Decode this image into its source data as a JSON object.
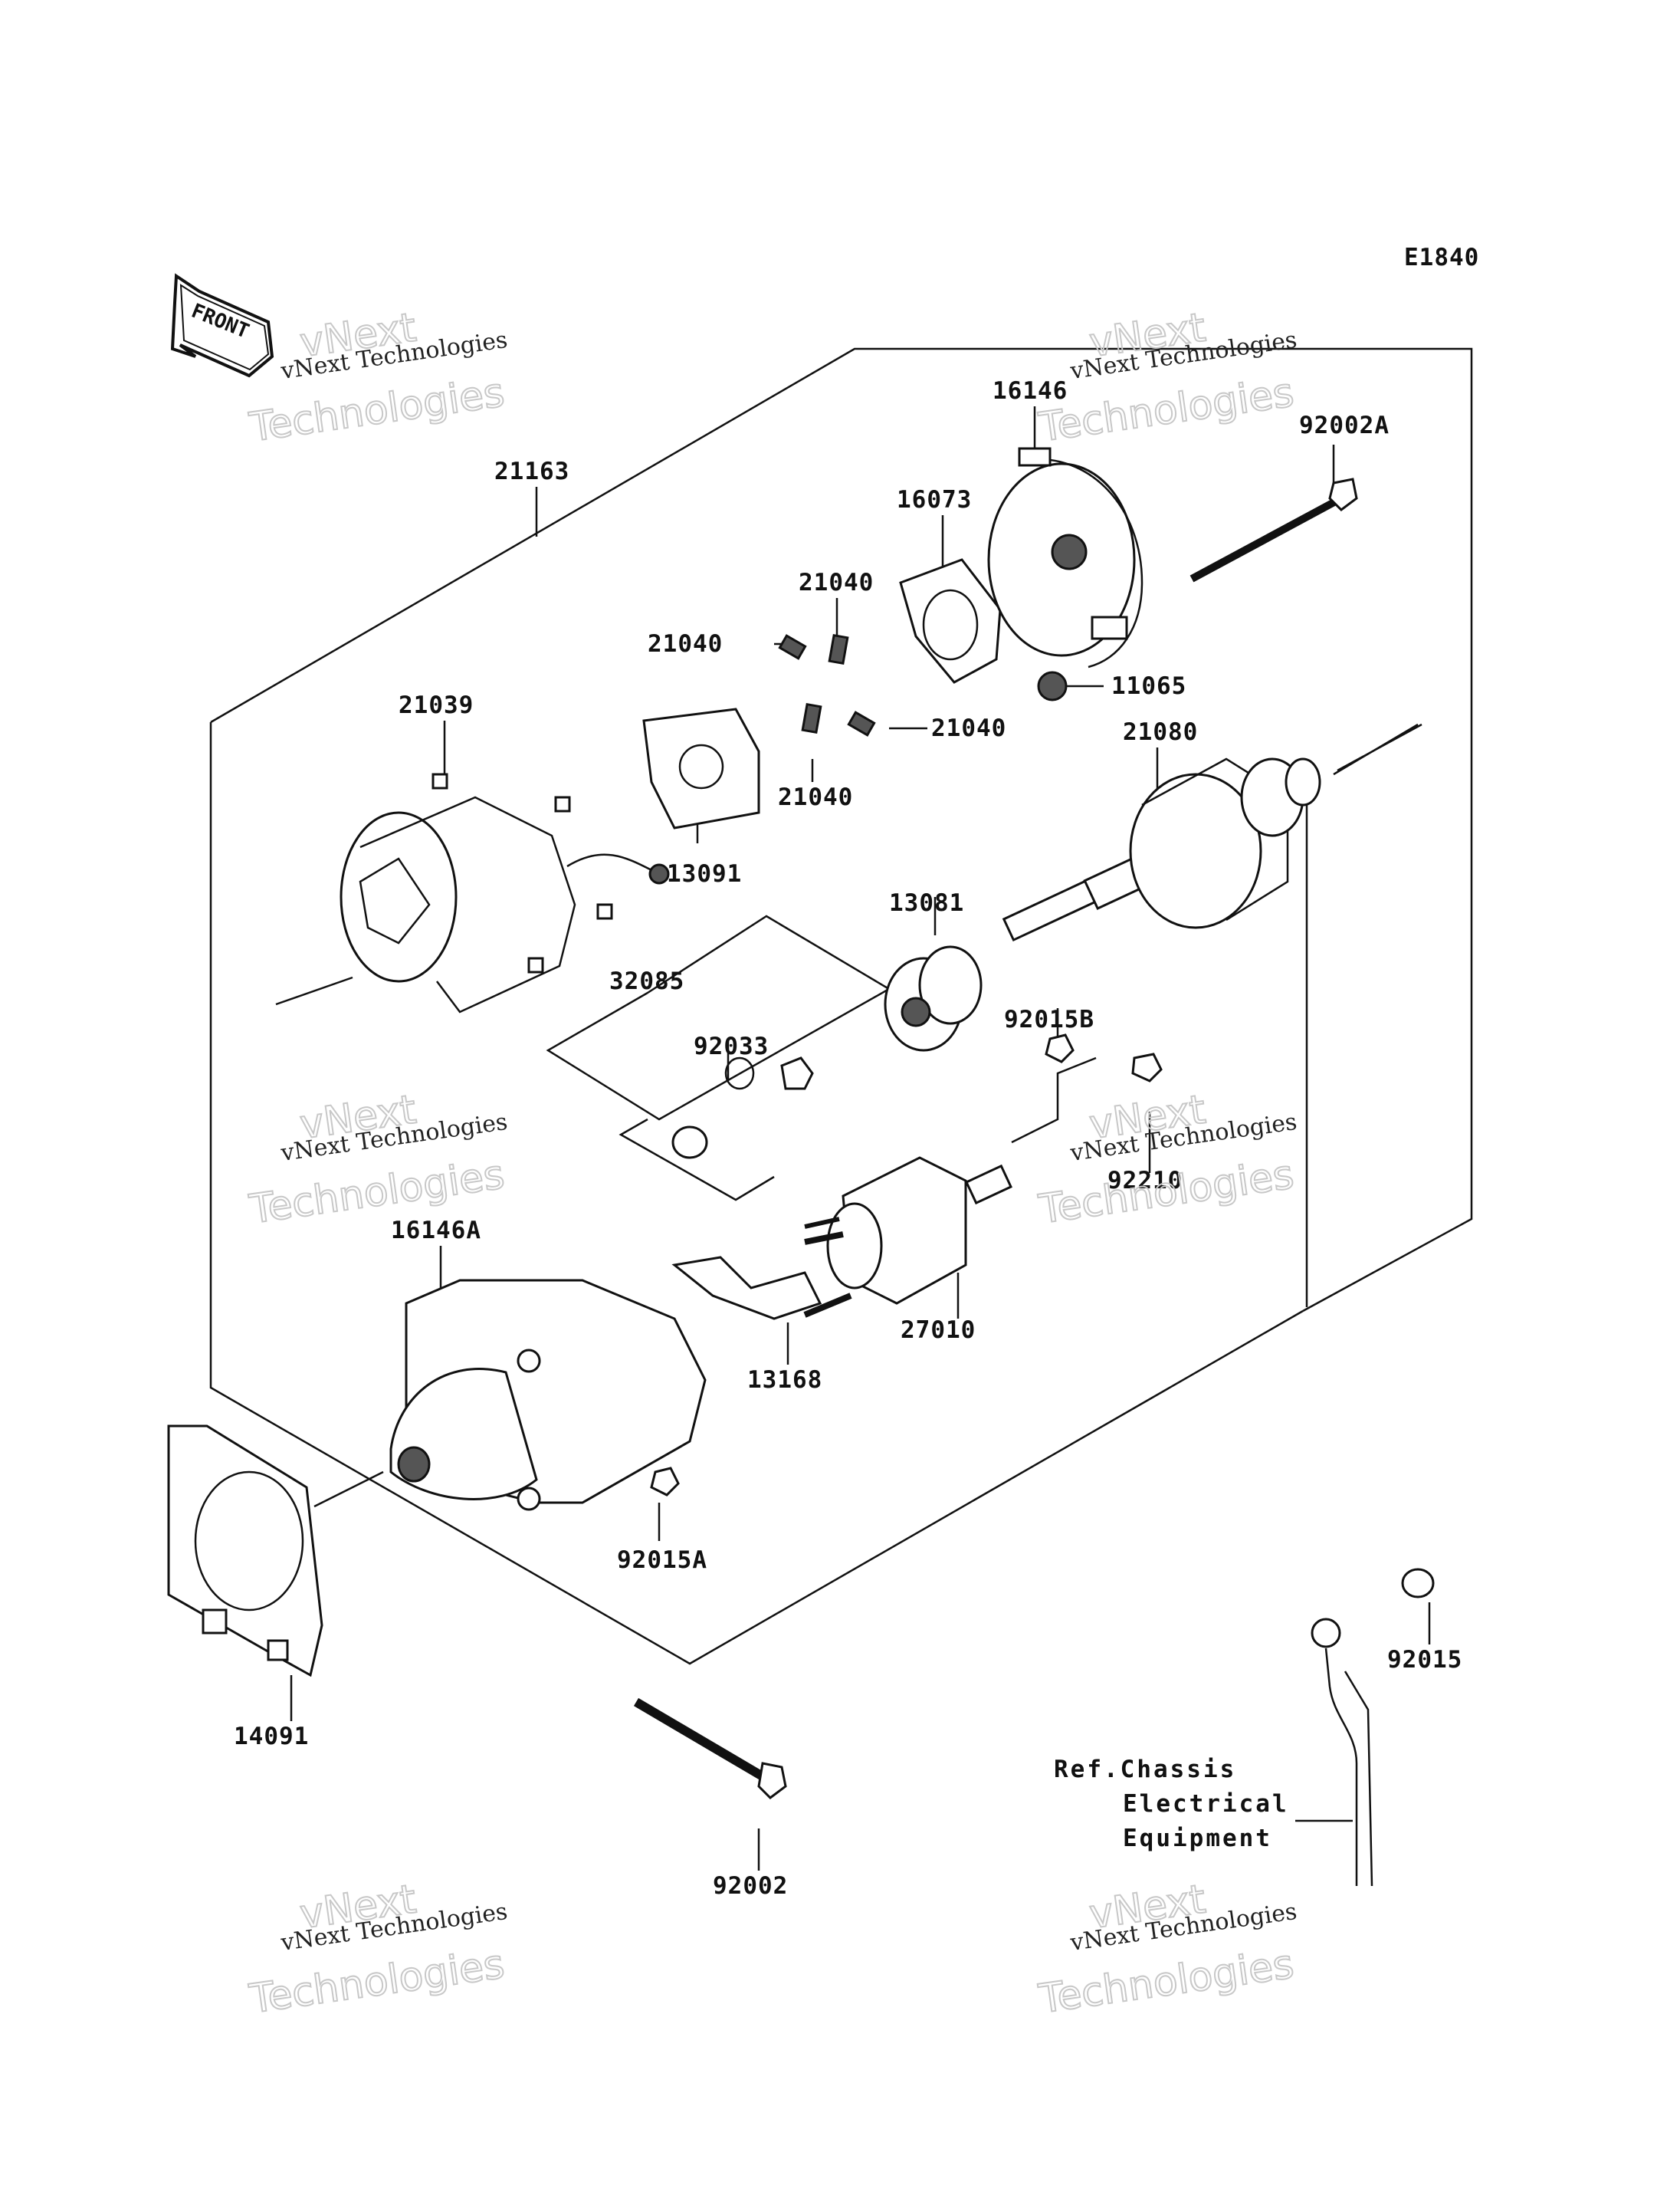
{
  "diagram_code": "E1840",
  "front_label": "FRONT",
  "watermark": {
    "line1": "vNext Technologies",
    "line2": "vNext",
    "line3": "Technologies"
  },
  "reference_note": {
    "line1": "Ref.Chassis",
    "line2": "Electrical",
    "line3": "Equipment"
  },
  "parts": [
    "21163",
    "16146",
    "92002A",
    "16073",
    "21040",
    "21040",
    "21040",
    "21040",
    "11065",
    "21039",
    "21080",
    "13091",
    "13081",
    "32085",
    "92033",
    "92015B",
    "92210",
    "16146A",
    "13168",
    "27010",
    "92015A",
    "14091",
    "92015",
    "92002"
  ]
}
